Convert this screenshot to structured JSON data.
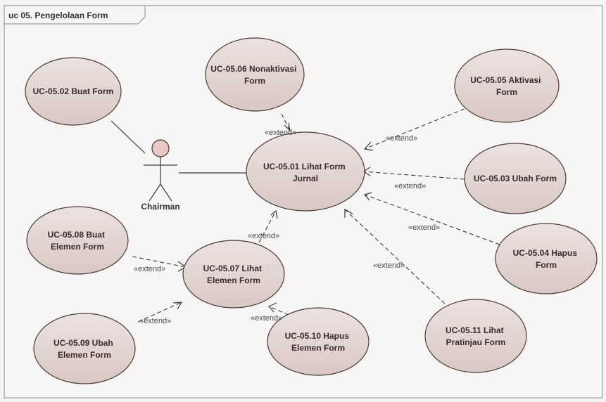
{
  "frame": {
    "title": "uc 05. Pengelolaan Form"
  },
  "actor": {
    "name": "Chairman"
  },
  "use_cases": {
    "uc0502": {
      "line1": "UC-05.02  Buat Form",
      "line2": ""
    },
    "uc0506": {
      "line1": "UC-05.06 Nonaktivasi",
      "line2": "Form"
    },
    "uc0505": {
      "line1": "UC-05.05  Aktivasi",
      "line2": "Form"
    },
    "uc0501": {
      "line1": "UC-05.01  Lihat Form",
      "line2": "Jurnal"
    },
    "uc0503": {
      "line1": "UC-05.03 Ubah Form",
      "line2": ""
    },
    "uc0504": {
      "line1": "UC-05.04  Hapus",
      "line2": "Form"
    },
    "uc0508": {
      "line1": "UC-05.08  Buat",
      "line2": "Elemen Form"
    },
    "uc0507": {
      "line1": "UC-05.07  Lihat",
      "line2": "Elemen Form"
    },
    "uc0509": {
      "line1": "UC-05.09  Ubah",
      "line2": "Elemen Form"
    },
    "uc0510": {
      "line1": "UC-05.10  Hapus",
      "line2": "Elemen Form"
    },
    "uc0511": {
      "line1": "UC-05.11  Lihat",
      "line2": "Pratinjau Form"
    }
  },
  "relations": {
    "extend_0506": "«extend»",
    "extend_0505": "«extend»",
    "extend_0503": "«extend»",
    "extend_0504": "«extend»",
    "extend_0511": "«extend»",
    "extend_0507": "«extend»",
    "extend_0508": "«extend»",
    "extend_0509": "«extend»",
    "extend_0510": "«extend»"
  },
  "colors": {
    "frame_border": "#8a8a8a",
    "usecase_fill": "#e4d6d2",
    "usecase_stroke": "#4a3a3a",
    "usecase_shadow": "#c9b8b4",
    "actor_head": "#e8c8c4",
    "line": "#3a3a3a"
  }
}
